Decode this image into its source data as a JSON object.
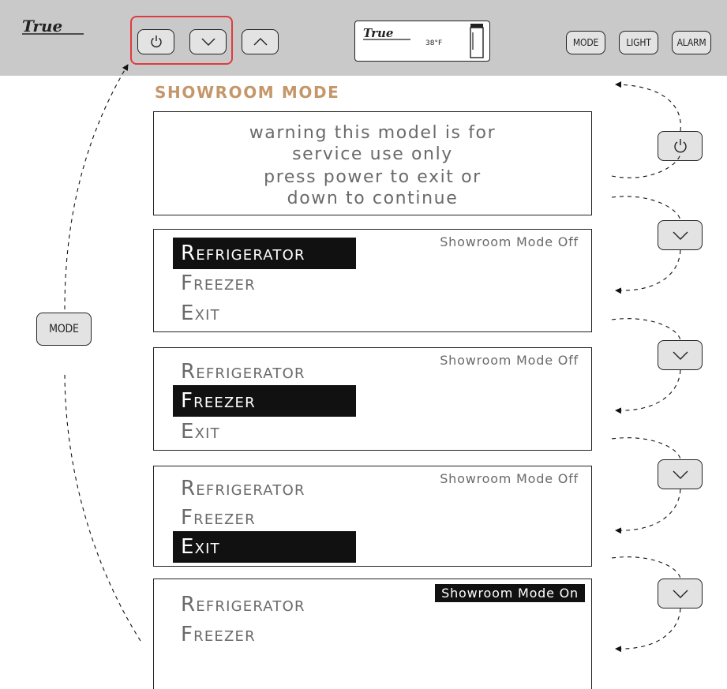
{
  "brand": {
    "logo_text": "True"
  },
  "topbar": {
    "mode_label": "MODE",
    "light_label": "LIGHT",
    "alarm_label": "ALARM",
    "display_temp": "38°F"
  },
  "title": "SHOWROOM MODE",
  "warning": {
    "lines": [
      "warning this model is for",
      "service use only",
      "press power to exit or",
      "down to continue"
    ]
  },
  "menu_items": {
    "refrigerator": "Refrigerator",
    "freezer": "Freezer",
    "exit": "Exit"
  },
  "screens": [
    {
      "status": "Showroom Mode Off",
      "selected": "refrigerator"
    },
    {
      "status": "Showroom Mode Off",
      "selected": "freezer"
    },
    {
      "status": "Showroom Mode Off",
      "selected": "exit"
    },
    {
      "status": "Showroom Mode On",
      "selected": "none"
    }
  ],
  "side_mode_label": "MODE",
  "colors": {
    "title": "#c4976a",
    "highlight_frame": "#e03a3e",
    "topbar": "#c9c9c9",
    "button": "#e3e3e3"
  }
}
